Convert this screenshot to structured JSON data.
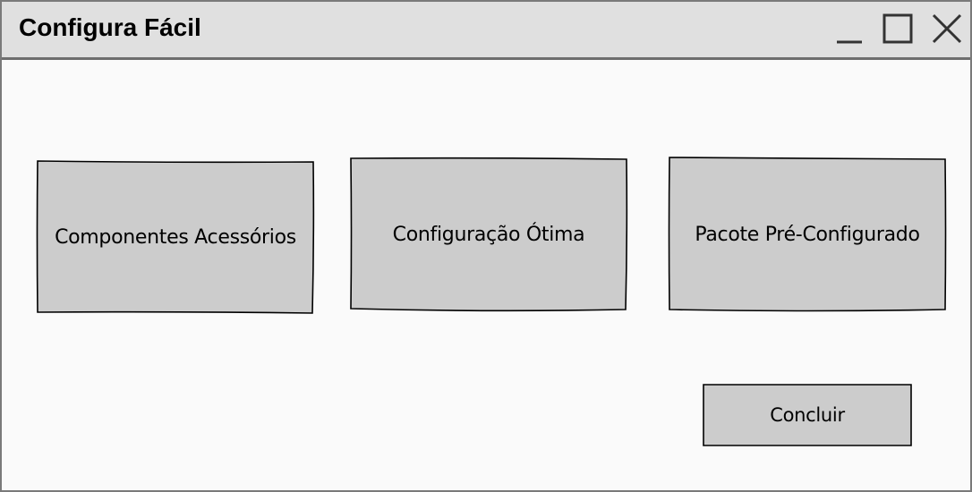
{
  "window": {
    "title": "Configura Fácil",
    "controls": {
      "minimize_icon": "minimize-icon",
      "maximize_icon": "maximize-icon",
      "close_icon": "close-icon"
    }
  },
  "options": [
    {
      "label": "Componentes Acessórios"
    },
    {
      "label": "Configuração Ótima"
    },
    {
      "label": "Pacote Pré-Configurado"
    }
  ],
  "actions": {
    "finish_label": "Concluir"
  },
  "colors": {
    "titlebar_bg": "#e0e0e0",
    "window_bg": "#fafafa",
    "button_fill": "#cccccc",
    "border": "#6e6e6e"
  }
}
